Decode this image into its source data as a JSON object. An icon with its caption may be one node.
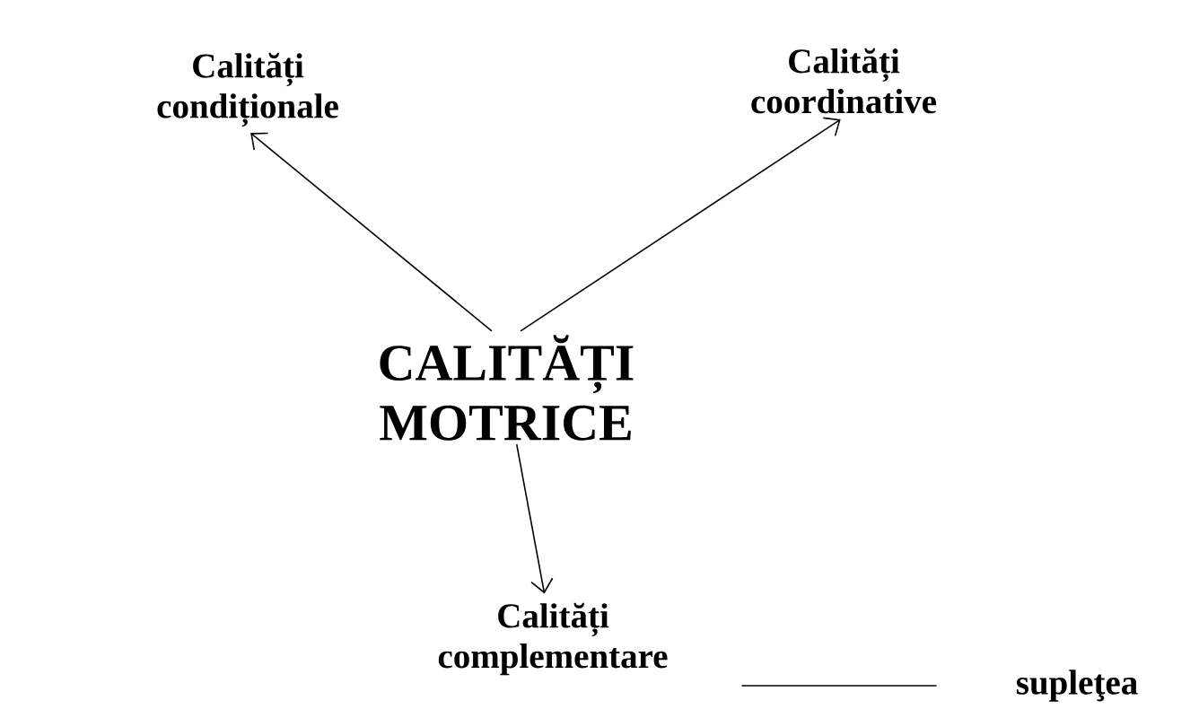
{
  "diagram": {
    "nodes": [
      {
        "text": [
          "CALITĂȚI MOTRICE"
        ]
      },
      {
        "text": [
          "Calități condiționale"
        ]
      },
      {
        "text": [
          "Calități coordinative"
        ]
      },
      {
        "text": [
          "Calități complementare"
        ]
      },
      {
        "text": [
          "supleţea"
        ]
      }
    ],
    "edges": [
      {
        "from": 0,
        "to": 1,
        "arrow": "to"
      },
      {
        "from": 0,
        "to": 2,
        "arrow": "to"
      },
      {
        "from": 0,
        "to": 3,
        "arrow": "to"
      },
      {
        "from": 3,
        "to": 4,
        "arrow": "none"
      }
    ]
  }
}
